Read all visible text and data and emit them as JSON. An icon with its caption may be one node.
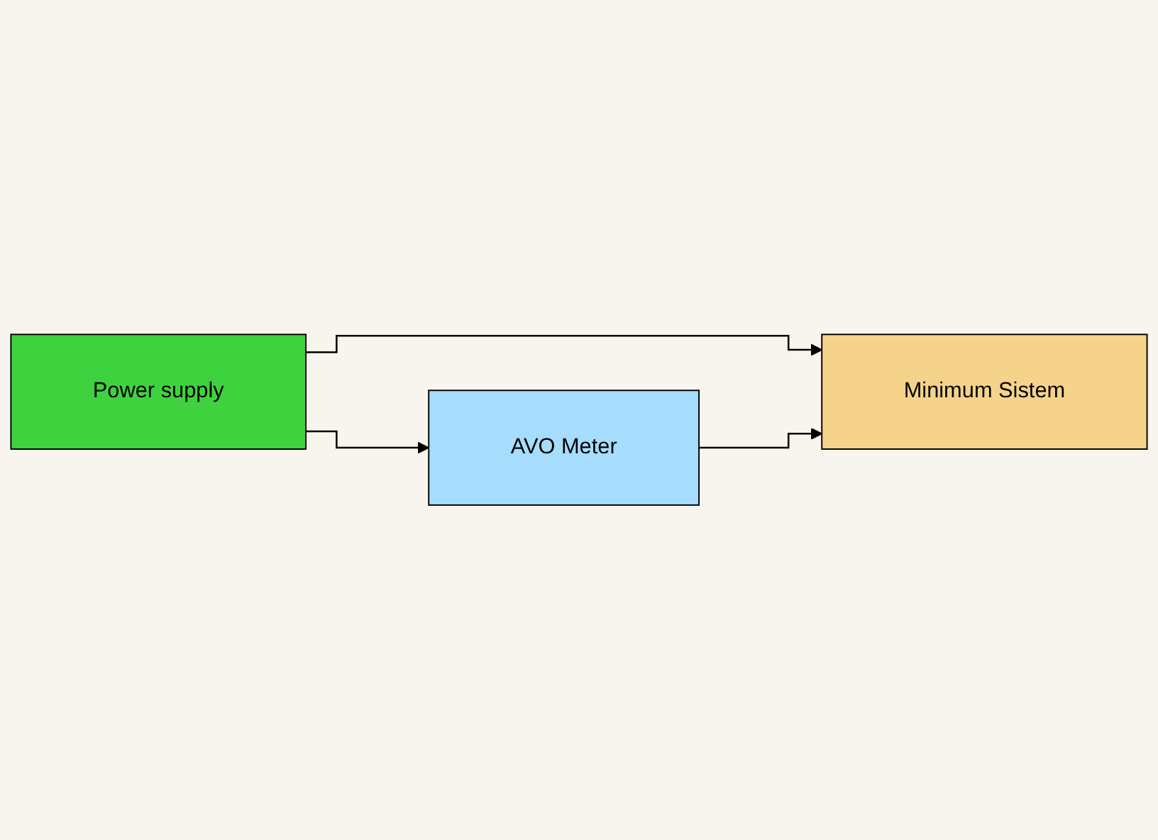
{
  "diagram": {
    "nodes": [
      {
        "text": [
          "Power supply"
        ]
      },
      {
        "text": [
          "Minimum Sistem"
        ]
      },
      {
        "text": [
          "AVO Meter"
        ]
      }
    ],
    "edges": [
      {
        "from": 0,
        "to": 1,
        "arrow": "to"
      },
      {
        "from": 0,
        "to": 2,
        "arrow": "to"
      },
      {
        "from": 2,
        "to": 1,
        "arrow": "to"
      }
    ]
  }
}
